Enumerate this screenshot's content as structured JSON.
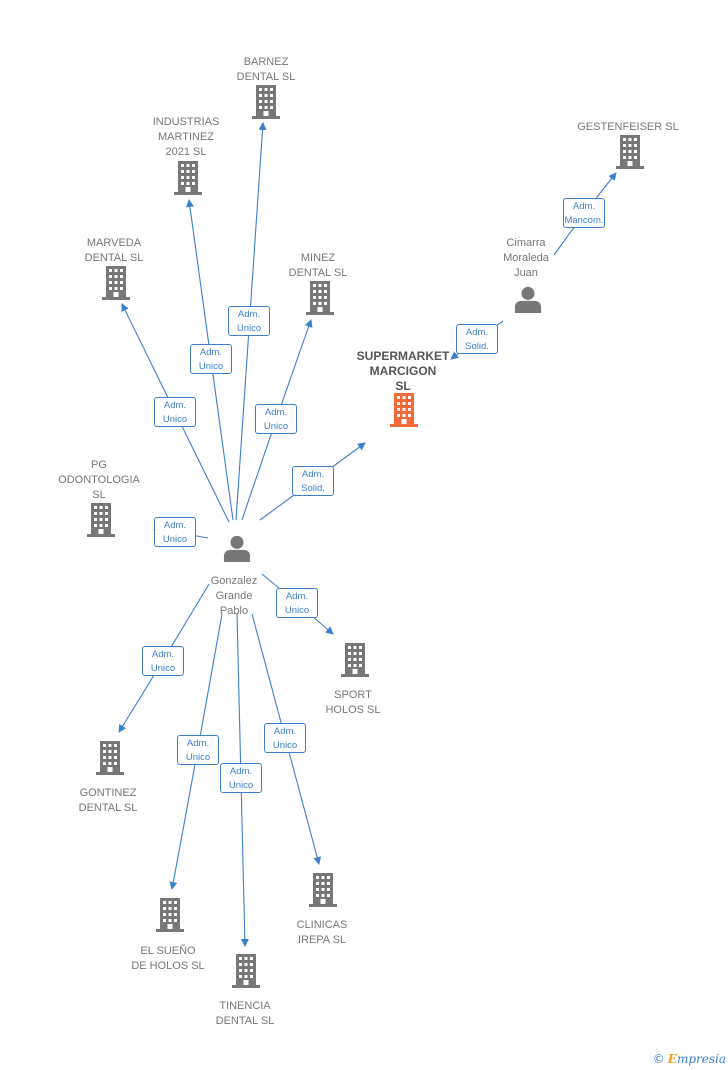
{
  "nodes": [
    {
      "id": "barnez",
      "kind": "company",
      "lines": [
        "BARNEZ",
        "DENTAL  SL"
      ]
    },
    {
      "id": "industrias",
      "kind": "company",
      "lines": [
        "INDUSTRIAS",
        "MARTINEZ",
        "2021  SL"
      ]
    },
    {
      "id": "gestenfeiser",
      "kind": "company",
      "lines": [
        "GESTENFEISER SL"
      ]
    },
    {
      "id": "marveda",
      "kind": "company",
      "lines": [
        "MARVEDA",
        "DENTAL  SL"
      ]
    },
    {
      "id": "minez",
      "kind": "company",
      "lines": [
        "MINEZ",
        "DENTAL  SL"
      ]
    },
    {
      "id": "cimarra",
      "kind": "person",
      "lines": [
        "Cimarra",
        "Moraleda",
        "Juan"
      ]
    },
    {
      "id": "supermarket",
      "kind": "focus",
      "lines": [
        "SUPERMARKET",
        "MARCIGON",
        "SL"
      ]
    },
    {
      "id": "pg",
      "kind": "company",
      "lines": [
        "PG",
        "ODONTOLOGIA",
        "SL"
      ]
    },
    {
      "id": "gonzalez",
      "kind": "person",
      "lines": [
        "Gonzalez",
        "Grande",
        "Pablo"
      ]
    },
    {
      "id": "sport",
      "kind": "company",
      "lines": [
        "SPORT",
        "HOLOS  SL"
      ]
    },
    {
      "id": "gontinez",
      "kind": "company",
      "lines": [
        "GONTINEZ",
        "DENTAL  SL"
      ]
    },
    {
      "id": "clinicas",
      "kind": "company",
      "lines": [
        "CLINICAS",
        "IREPA  SL"
      ]
    },
    {
      "id": "sueno",
      "kind": "company",
      "lines": [
        "EL SUEÑO",
        "DE HOLOS SL"
      ]
    },
    {
      "id": "tinencia",
      "kind": "company",
      "lines": [
        "TINENCIA",
        "DENTAL  SL"
      ]
    }
  ],
  "edges": [
    {
      "from": "gonzalez",
      "to": "barnez",
      "lines": [
        "Adm.",
        "Unico"
      ]
    },
    {
      "from": "gonzalez",
      "to": "industrias",
      "lines": [
        "Adm.",
        "Unico"
      ]
    },
    {
      "from": "gonzalez",
      "to": "marveda",
      "lines": [
        "Adm.",
        "Unico"
      ]
    },
    {
      "from": "gonzalez",
      "to": "minez",
      "lines": [
        "Adm.",
        "Unico"
      ]
    },
    {
      "from": "gonzalez",
      "to": "supermarket",
      "lines": [
        "Adm.",
        "Solid."
      ]
    },
    {
      "from": "gonzalez",
      "to": "pg",
      "lines": [
        "Adm.",
        "Unico"
      ]
    },
    {
      "from": "gonzalez",
      "to": "sport",
      "lines": [
        "Adm.",
        "Unico"
      ]
    },
    {
      "from": "gonzalez",
      "to": "gontinez",
      "lines": [
        "Adm.",
        "Unico"
      ]
    },
    {
      "from": "gonzalez",
      "to": "sueno",
      "lines": [
        "Adm.",
        "Unico"
      ]
    },
    {
      "from": "gonzalez",
      "to": "tinencia",
      "lines": [
        "Adm.",
        "Unico"
      ]
    },
    {
      "from": "gonzalez",
      "to": "clinicas",
      "lines": [
        "Adm.",
        "Unico"
      ]
    },
    {
      "from": "cimarra",
      "to": "supermarket",
      "lines": [
        "Adm.",
        "Solid."
      ]
    },
    {
      "from": "cimarra",
      "to": "gestenfeiser",
      "lines": [
        "Adm.",
        "Mancom."
      ]
    }
  ],
  "colors": {
    "edge": "#3d7fcc",
    "company_icon": "#777777",
    "focus_icon": "#f26a3a",
    "person_icon": "#777777"
  },
  "brand": {
    "copyright": "©",
    "initial": "E",
    "rest": "mpresia"
  }
}
